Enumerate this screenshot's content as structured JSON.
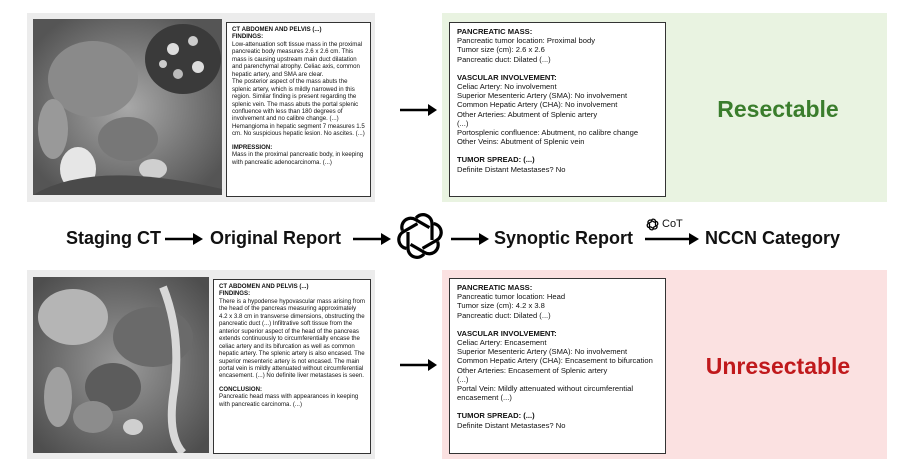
{
  "top": {
    "report": {
      "title": "CT ABDOMEN AND PELVIS (...)",
      "findings_label": "FINDINGS:",
      "findings_1": "Low-attenuation soft tissue mass in the proximal pancreatic body measures 2.6 x 2.6 cm. This mass is causing upstream main duct dilatation and parenchymal atrophy. Celiac axis, common hepatic artery, and SMA are clear.",
      "findings_2": "The posterior aspect of the mass abuts the splenic artery, which is mildly narrowed in this region. Similar finding is present regarding the splenic vein. The mass abuts the portal splenic confluence with less than 180 degrees of involvement and no calibre change. (...) Hemangioma in hepatic segment 7 measures 1.5 cm. No suspicious hepatic lesion. No ascites. (...)",
      "impression_label": "IMPRESSION:",
      "impression": "Mass in the proximal pancreatic body, in keeping with pancreatic adenocarcinoma. (...)"
    },
    "synoptic": {
      "mass_label": "PANCREATIC MASS:",
      "location": "Pancreatic tumor location: Proximal body",
      "size": "Tumor size (cm): 2.6 x 2.6",
      "duct": "Pancreatic duct: Dilated (...)",
      "vascular_label": "VASCULAR INVOLVEMENT:",
      "celiac": "Celiac Artery: No involvement",
      "sma": "Superior Mesenteric Artery (SMA): No involvement",
      "cha": "Common Hepatic Artery (CHA): No involvement",
      "other_arteries": "Other Arteries: Abutment of Splenic artery",
      "ellipsis": "(...)",
      "portosplenic": "Portosplenic confluence: Abutment, no calibre change",
      "other_veins": "Other Veins: Abutment of Splenic vein",
      "spread_label": "TUMOR SPREAD: (...)",
      "metastases": "Definite Distant Metastases? No"
    },
    "category": "Resectable",
    "category_color": "#3a7d2c"
  },
  "flow": {
    "staging": "Staging CT",
    "original": "Original Report",
    "synoptic": "Synoptic Report",
    "nccn": "NCCN Category",
    "cot": "CoT"
  },
  "bottom": {
    "report": {
      "title": "CT ABDOMEN AND PELVIS (...)",
      "findings_label": "FINDINGS:",
      "findings_1": "There is a hypodense hypovascular mass arising from the head of the pancreas measuring approximately 4.2 x 3.8 cm in transverse dimensions, obstructing the pancreatic duct (...) Infiltrative soft tissue from the anterior superior aspect of the head of the pancreas extends continuously to circumferentially encase the celiac artery and its bifurcation as well as common hepatic artery. The splenic artery is also encased. The superior mesenteric artery is not encased. The main portal vein is mildly attenuated without circumferential encasement. (...) No definite liver metastases is seen.",
      "conclusion_label": "CONCLUSION:",
      "conclusion": "Pancreatic head mass with appearances in keeping with pancreatic carcinoma. (...)"
    },
    "synoptic": {
      "mass_label": "PANCREATIC MASS:",
      "location": "Pancreatic tumor location: Head",
      "size": "Tumor size (cm): 4.2 x 3.8",
      "duct": "Pancreatic duct: Dilated (...)",
      "vascular_label": "VASCULAR INVOLVEMENT:",
      "celiac": "Celiac Artery: Encasement",
      "sma": "Superior Mesenteric Artery (SMA): No involvement",
      "cha": "Common Hepatic Artery (CHA): Encasement to bifurcation",
      "other_arteries": "Other Arteries: Encasement of Splenic artery",
      "ellipsis": "(...)",
      "portal": "Portal Vein: Mildly attenuated without circumferential encasement (...)",
      "spread_label": "TUMOR SPREAD: (...)",
      "metastases": "Definite Distant Metastases? No"
    },
    "category": "Unresectable",
    "category_color": "#c0191c"
  }
}
